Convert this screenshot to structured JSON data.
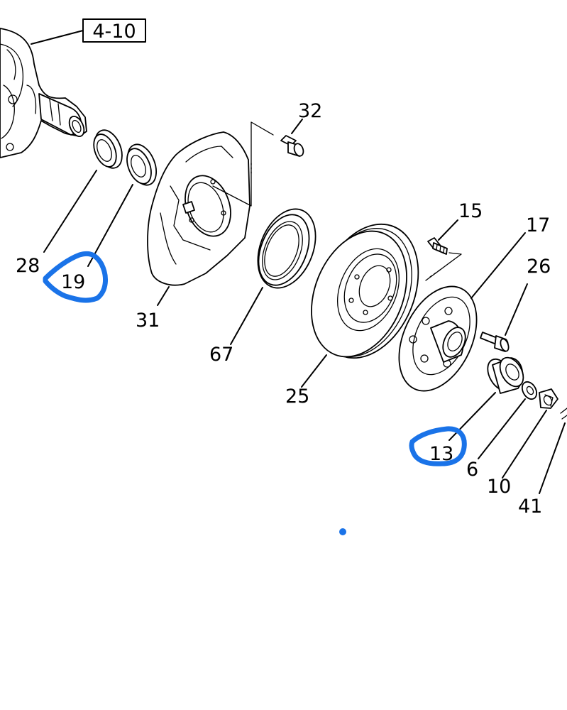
{
  "reference_box": "4-10",
  "labels": {
    "p28": "28",
    "p19": "19",
    "p31": "31",
    "p32": "32",
    "p67": "67",
    "p25": "25",
    "p15": "15",
    "p17": "17",
    "p26": "26",
    "p13": "13",
    "p6": "6",
    "p10": "10",
    "p41": "41"
  },
  "highlighted_parts": [
    "19",
    "13"
  ],
  "colors": {
    "line": "#000000",
    "highlight": "#1a73e8",
    "background": "#ffffff"
  }
}
